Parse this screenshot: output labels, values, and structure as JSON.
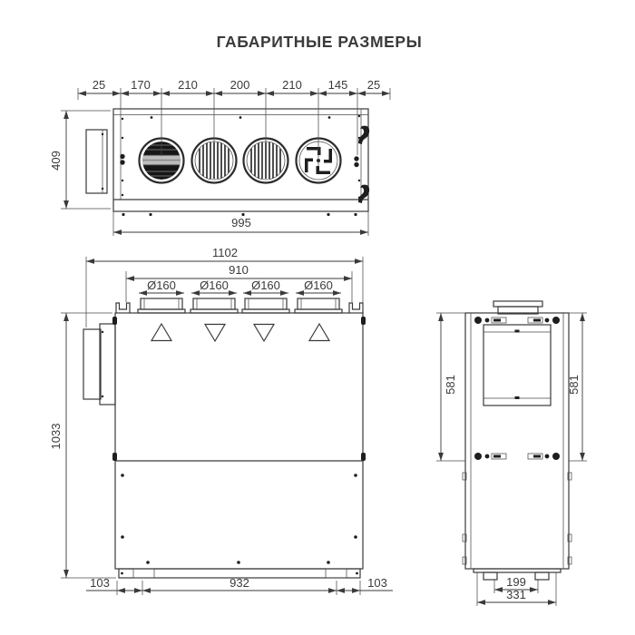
{
  "title": "ГАБАРИТНЫЕ РАЗМЕРЫ",
  "colors": {
    "accent": "#2d5c95",
    "line": "#3a3a3a"
  },
  "top_view": {
    "chain_dims": [
      "25",
      "170",
      "210",
      "200",
      "210",
      "145",
      "25"
    ],
    "depth": "409",
    "width": "995"
  },
  "front_view": {
    "overall_width": "1102",
    "duct_axis_span": "910",
    "duct_diameters": [
      "Ø160",
      "Ø160",
      "Ø160",
      "Ø160"
    ],
    "height": "1033",
    "left_offset": "103",
    "feet_span": "932",
    "right_offset": "103",
    "airflow_symbols": [
      "up",
      "down",
      "down",
      "up"
    ]
  },
  "side_view": {
    "door_height_left": "581",
    "door_height_right": "581",
    "feet_spacing": "199",
    "depth": "331"
  }
}
